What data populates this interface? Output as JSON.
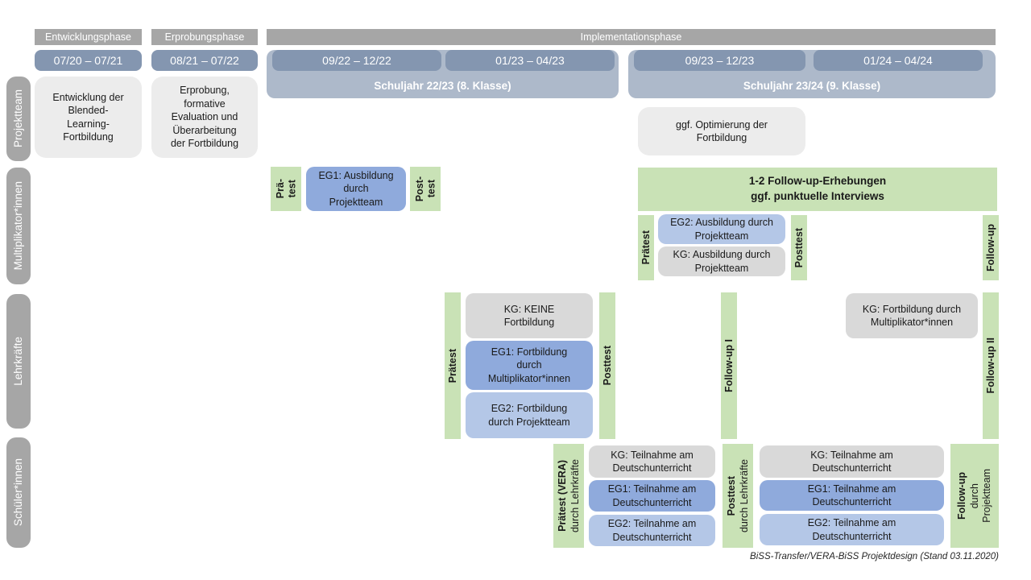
{
  "phase_header": {
    "entwicklung": "Entwicklungsphase",
    "erprobung": "Erprobungsphase",
    "implementation": "Implementationsphase"
  },
  "timeline": {
    "date1": "07/20 – 07/21",
    "date2": "08/21 – 07/22",
    "sj2223": {
      "date1": "09/22 – 12/22",
      "date2": "01/23 – 04/23",
      "label": "Schuljahr 22/23 (8. Klasse)"
    },
    "sj2324": {
      "date1": "09/23 – 12/23",
      "date2": "01/24 – 04/24",
      "label": "Schuljahr 23/24 (9. Klasse)"
    }
  },
  "row_labels": {
    "projektteam": "Projektteam",
    "multiplikatoren": "Multiplikator*innen",
    "lehrkraefte": "Lehrkräfte",
    "schueler": "Schüler*innen"
  },
  "projektteam": {
    "entwicklung_box": "Entwicklung der\nBlended-\nLearning-\nFortbildung",
    "erprobung_box": "Erprobung,\nformative\nEvaluation und\nÜberarbeitung\nder Fortbildung",
    "optimierung_box": "ggf. Optimierung der\nFortbildung"
  },
  "multiplikatoren": {
    "praetest_short": "Prä-\ntest",
    "eg1_box": "EG1: Ausbildung\ndurch\nProjektteam",
    "posttest_short": "Post-\ntest",
    "followup_banner": "1-2 Follow-up-Erhebungen\nggf. punktuelle Interviews",
    "praetest": "Prätest",
    "eg2_box": "EG2: Ausbildung durch\nProjektteam",
    "kg_box": "KG: Ausbildung durch\nProjektteam",
    "posttest": "Posttest",
    "followup": "Follow-up"
  },
  "lehrkraefte": {
    "praetest": "Prätest",
    "kg_box": "KG: KEINE\nFortbildung",
    "eg1_box": "EG1: Fortbildung\ndurch\nMultiplikator*innen",
    "eg2_box": "EG2: Fortbildung\ndurch Projektteam",
    "posttest": "Posttest",
    "followup1": "Follow-up I",
    "kg2_box": "KG: Fortbildung durch\nMultiplikator*innen",
    "followup2": "Follow-up II"
  },
  "schueler": {
    "praetest_main": "Prätest (VERA)",
    "praetest_sub": "durch Lehrkräfte",
    "kg_box": "KG: Teilnahme am\nDeutschunterricht",
    "eg1_box": "EG1: Teilnahme am\nDeutschunterricht",
    "eg2_box": "EG2: Teilnahme am\nDeutschunterricht",
    "posttest_main": "Posttest",
    "posttest_sub": "durch Lehrkräfte",
    "kg2_box": "KG: Teilnahme am\nDeutschunterricht",
    "eg1b_box": "EG1: Teilnahme am\nDeutschunterricht",
    "eg2b_box": "EG2: Teilnahme am\nDeutschunterricht",
    "followup_main": "Follow-up",
    "followup_sub1": "durch",
    "followup_sub2": "Projektteam"
  },
  "caption": "BiSS-Transfer/VERA-BiSS Projektdesign (Stand 03.11.2020)",
  "colors": {
    "phase_gray": "#a6a6a6",
    "date_slate": "#8496b0",
    "container_slate": "#adb9ca",
    "green": "#c9e2b6",
    "blue_medium": "#8faadc",
    "blue_light": "#b4c7e7",
    "gray_box": "#d9d9d9",
    "lightgray_box": "#ececec"
  }
}
